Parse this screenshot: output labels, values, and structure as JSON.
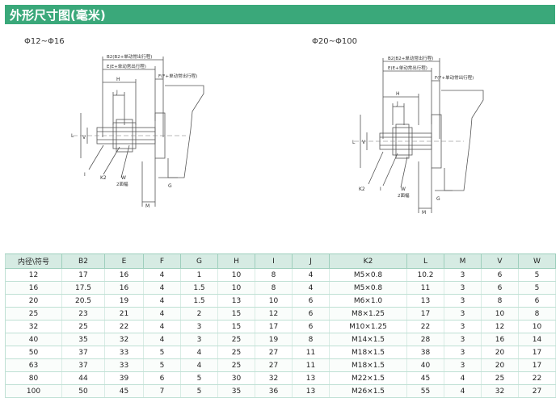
{
  "page_title": "外形尺寸图(毫米)",
  "diagrams": {
    "left": {
      "range_label": "Φ12~Φ16",
      "labels": {
        "b2": "B2(B2+单动常出行程)",
        "e": "E(E+单动常出行程)",
        "f": "F(F+单动常出行程)",
        "h": "H",
        "j": "J",
        "l": "L",
        "v": "V",
        "i": "I",
        "k2": "K2",
        "w": "W",
        "w_note": "2面幅",
        "g": "G",
        "m": "M"
      }
    },
    "right": {
      "range_label": "Φ20~Φ100",
      "labels": {
        "b2": "B2(B2+单动常出行程)",
        "e": "E(E+单动常出行程)",
        "f": "F(F+单动常出行程)",
        "h": "H",
        "j": "J",
        "l": "L",
        "v": "V",
        "k2": "K2",
        "i": "I",
        "w": "W",
        "w_note": "2面幅",
        "g": "G",
        "m": "M"
      }
    }
  },
  "table": {
    "headers": [
      "内径\\符号",
      "B2",
      "E",
      "F",
      "G",
      "H",
      "I",
      "J",
      "K2",
      "L",
      "M",
      "V",
      "W"
    ],
    "rows": [
      [
        "12",
        "17",
        "16",
        "4",
        "1",
        "10",
        "8",
        "4",
        "M5×0.8",
        "10.2",
        "3",
        "6",
        "5"
      ],
      [
        "16",
        "17.5",
        "16",
        "4",
        "1.5",
        "10",
        "8",
        "4",
        "M5×0.8",
        "11",
        "3",
        "6",
        "5"
      ],
      [
        "20",
        "20.5",
        "19",
        "4",
        "1.5",
        "13",
        "10",
        "6",
        "M6×1.0",
        "13",
        "3",
        "8",
        "6"
      ],
      [
        "25",
        "23",
        "21",
        "4",
        "2",
        "15",
        "12",
        "6",
        "M8×1.25",
        "17",
        "3",
        "10",
        "8"
      ],
      [
        "32",
        "25",
        "22",
        "4",
        "3",
        "15",
        "17",
        "6",
        "M10×1.25",
        "22",
        "3",
        "12",
        "10"
      ],
      [
        "40",
        "35",
        "32",
        "4",
        "3",
        "25",
        "19",
        "8",
        "M14×1.5",
        "28",
        "3",
        "16",
        "14"
      ],
      [
        "50",
        "37",
        "33",
        "5",
        "4",
        "25",
        "27",
        "11",
        "M18×1.5",
        "38",
        "3",
        "20",
        "17"
      ],
      [
        "63",
        "37",
        "33",
        "5",
        "4",
        "25",
        "27",
        "11",
        "M18×1.5",
        "40",
        "3",
        "20",
        "17"
      ],
      [
        "80",
        "44",
        "39",
        "6",
        "5",
        "30",
        "32",
        "13",
        "M22×1.5",
        "45",
        "4",
        "25",
        "22"
      ],
      [
        "100",
        "50",
        "45",
        "7",
        "5",
        "35",
        "36",
        "13",
        "M26×1.5",
        "55",
        "4",
        "32",
        "27"
      ]
    ]
  }
}
